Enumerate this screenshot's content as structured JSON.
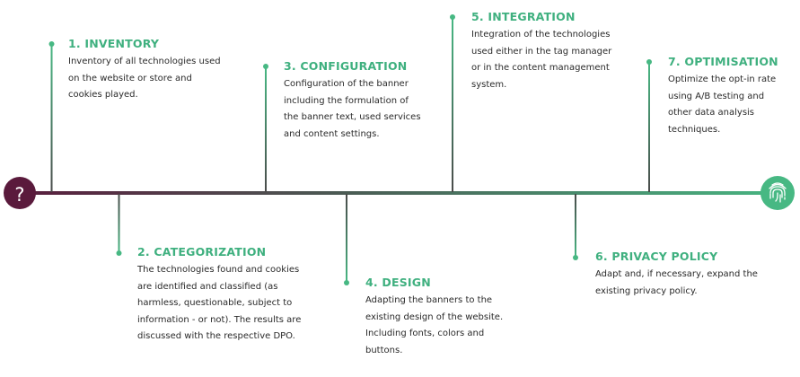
{
  "start_icon": {
    "name": "question-mark-icon",
    "glyph": "?",
    "color": "#5a1a3c"
  },
  "end_icon": {
    "name": "fingerprint-icon",
    "color": "#47b883"
  },
  "colors": {
    "accent": "#3fb07f",
    "text": "#2a2a2a",
    "start": "#5a1a3c",
    "end": "#47b883"
  },
  "steps": [
    {
      "title": "1. INVENTORY",
      "lines": [
        "Inventory of all technologies used",
        "on the website or store and",
        "cookies played."
      ]
    },
    {
      "title": "2. CATEGORIZATION",
      "lines": [
        "The technologies found and cookies",
        "are identified and classified (as",
        "harmless, questionable, subject to",
        "information - or not). The results are",
        "discussed with the respective DPO."
      ]
    },
    {
      "title": "3. CONFIGURATION",
      "lines": [
        "Configuration of the banner",
        "including the formulation of",
        "the banner text, used services",
        "and content settings."
      ]
    },
    {
      "title": "4. DESIGN",
      "lines": [
        "Adapting the banners to the",
        "existing design of the website.",
        "Including fonts, colors and",
        "buttons."
      ]
    },
    {
      "title": "5. INTEGRATION",
      "lines": [
        "Integration of the technologies",
        "used either in the tag manager",
        "or in the content management",
        "system."
      ]
    },
    {
      "title": "6. PRIVACY POLICY",
      "lines": [
        "Adapt and, if necessary, expand the",
        "existing privacy policy."
      ]
    },
    {
      "title": "7. OPTIMISATION",
      "lines": [
        "Optimize the opt-in rate",
        "using A/B testing and",
        "other data analysis",
        "techniques."
      ]
    }
  ]
}
